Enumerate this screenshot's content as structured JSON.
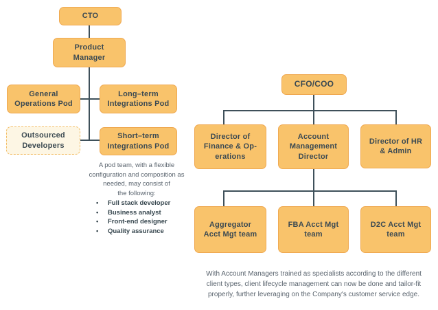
{
  "colors": {
    "box_fill": "#F9C36B",
    "box_border": "#EFA850",
    "dashed_box_fill": "#FDF6E4",
    "dashed_box_border": "#F3BC62",
    "connector_line": "#3E505A",
    "label_text": "#3C4A52",
    "note_text": "#5A646E"
  },
  "left_chart": {
    "nodes": {
      "cto": "CTO",
      "product_manager": "Product\nManager",
      "general_operations_pod": "General\nOperations Pod",
      "long_term_integrations_pod": "Long–term\nIntegrations Pod",
      "outsourced_developers": "Outsourced\nDevelopers",
      "short_term_integrations_pod": "Short–term\nIntegrations Pod"
    },
    "note": {
      "intro": "A pod team, with a  flexible\nconfiguration and composition as\nneeded, may consist of\nthe following:",
      "bullets": [
        "Full stack developer",
        "Business analyst",
        "Front-end designer",
        "Quality assurance"
      ]
    }
  },
  "right_chart": {
    "nodes": {
      "cfo_coo": "CFO/COO",
      "director_finance_ops": "Director of\nFinance & Op-\nerations",
      "account_management_director": "Account\nManagement\nDirector",
      "director_hr_admin": "Director of HR\n& Admin",
      "aggregator_acct_mgt_team": "Aggregator\nAcct Mgt team",
      "fba_acct_mgt_team": "FBA Acct Mgt\nteam",
      "d2c_acct_mgt_team": "D2C Acct Mgt\nteam"
    },
    "caption": "With Account Managers trained as specialists according to the different\nclient types, client lifecycle management can now be done and tailor-fit\nproperly, further leveraging on the Company's customer service edge."
  }
}
